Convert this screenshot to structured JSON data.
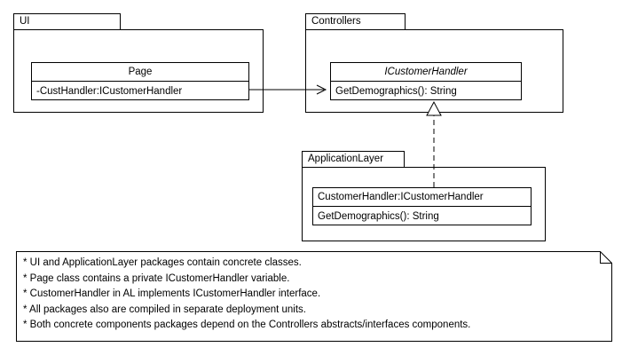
{
  "diagram": {
    "packages": [
      {
        "name": "UI"
      },
      {
        "name": "Controllers"
      },
      {
        "name": "ApplicationLayer"
      }
    ],
    "classes": [
      {
        "id": "page",
        "name": "Page",
        "stereotype": "class",
        "members": [
          "-CustHandler:ICustomerHandler"
        ]
      },
      {
        "id": "icustomerhandler",
        "name": "ICustomerHandler",
        "stereotype": "interface",
        "members": [
          "GetDemographics(): String"
        ]
      },
      {
        "id": "customerhandler",
        "name": "CustomerHandler:ICustomerHandler",
        "stereotype": "class",
        "members": [
          "GetDemographics(): String"
        ]
      }
    ],
    "relations": [
      {
        "id": "page-to-interface",
        "type": "dependency-arrow",
        "from": "page",
        "to": "icustomerhandler"
      },
      {
        "id": "customerhandler-realizes-interface",
        "type": "realization",
        "from": "customerhandler",
        "to": "icustomerhandler"
      }
    ],
    "note": {
      "lines": [
        "* UI and ApplicationLayer packages contain concrete classes.",
        "* Page class contains a private ICustomerHandler variable.",
        "* CustomerHandler in AL implements ICustomerHandler interface.",
        "* All packages also are compiled in separate deployment units.",
        "* Both concrete components packages depend on the Controllers abstracts/interfaces components."
      ]
    },
    "colors": {
      "stroke": "#000000",
      "fill": "#ffffff",
      "text": "#000000"
    }
  }
}
